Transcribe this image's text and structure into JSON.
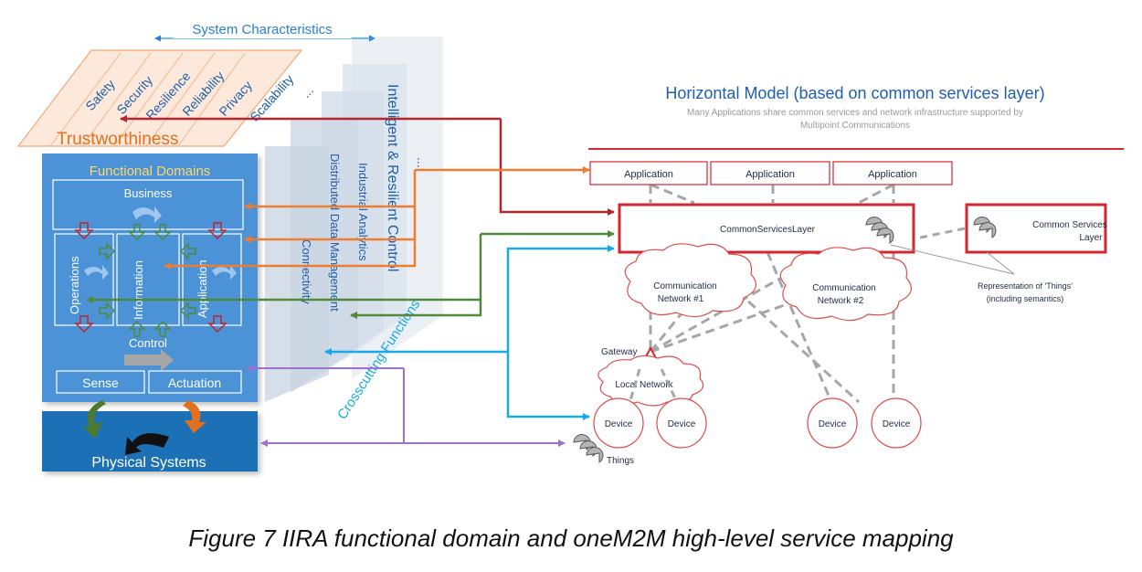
{
  "system_characteristics": {
    "title": "System Characteristics",
    "items": [
      "Safety",
      "Security",
      "Resilience",
      "Reliability",
      "Privacy",
      "Scalability",
      "..."
    ],
    "trustworthiness": "Trustworthiness"
  },
  "crosscutting": {
    "panels": [
      "Intelligent & Resilient Control",
      "Industrial Analytics",
      "Distributed Data Management",
      "Connectivity"
    ],
    "ellipsis": "...",
    "label": "Crosscutting Functions"
  },
  "functional_domains": {
    "title": "Functional Domains",
    "business": "Business",
    "operations": "Operations",
    "information": "Information",
    "application": "Application",
    "control": "Control",
    "sense": "Sense",
    "actuation": "Actuation",
    "physical": "Physical Systems"
  },
  "horizontal_model": {
    "title": "Horizontal Model (based on common services layer)",
    "subtitle_line1": "Many Applications share common services and network infrastructure supported by",
    "subtitle_line2": "Multipoint Communications",
    "applications": [
      "Application",
      "Application",
      "Application"
    ],
    "csl": "CommonServicesLayer",
    "csl_right_line1": "Common Services",
    "csl_right_line2": "Layer",
    "network1_line1": "Communication",
    "network1_line2": "Network #1",
    "network2_line1": "Communication",
    "network2_line2": "Network #2",
    "representation_line1": "Representation of 'Things'",
    "representation_line2": "(including semantics)",
    "gateway": "Gateway",
    "local_network": "Local Network",
    "devices": [
      "Device",
      "Device",
      "Device",
      "Device"
    ],
    "things": "Things"
  },
  "caption": "Figure 7 IIRA functional domain and oneM2M high-level service mapping",
  "colors": {
    "red": "#d22630",
    "dark_red": "#b3262b",
    "orange": "#ed7d31",
    "green": "#4e8a3a",
    "cyan": "#19a9e6",
    "purple": "#a070cf",
    "blue_box": "#4c92d6",
    "dark_blue": "#1f6fb5",
    "text_blue": "#1f5fa8"
  }
}
